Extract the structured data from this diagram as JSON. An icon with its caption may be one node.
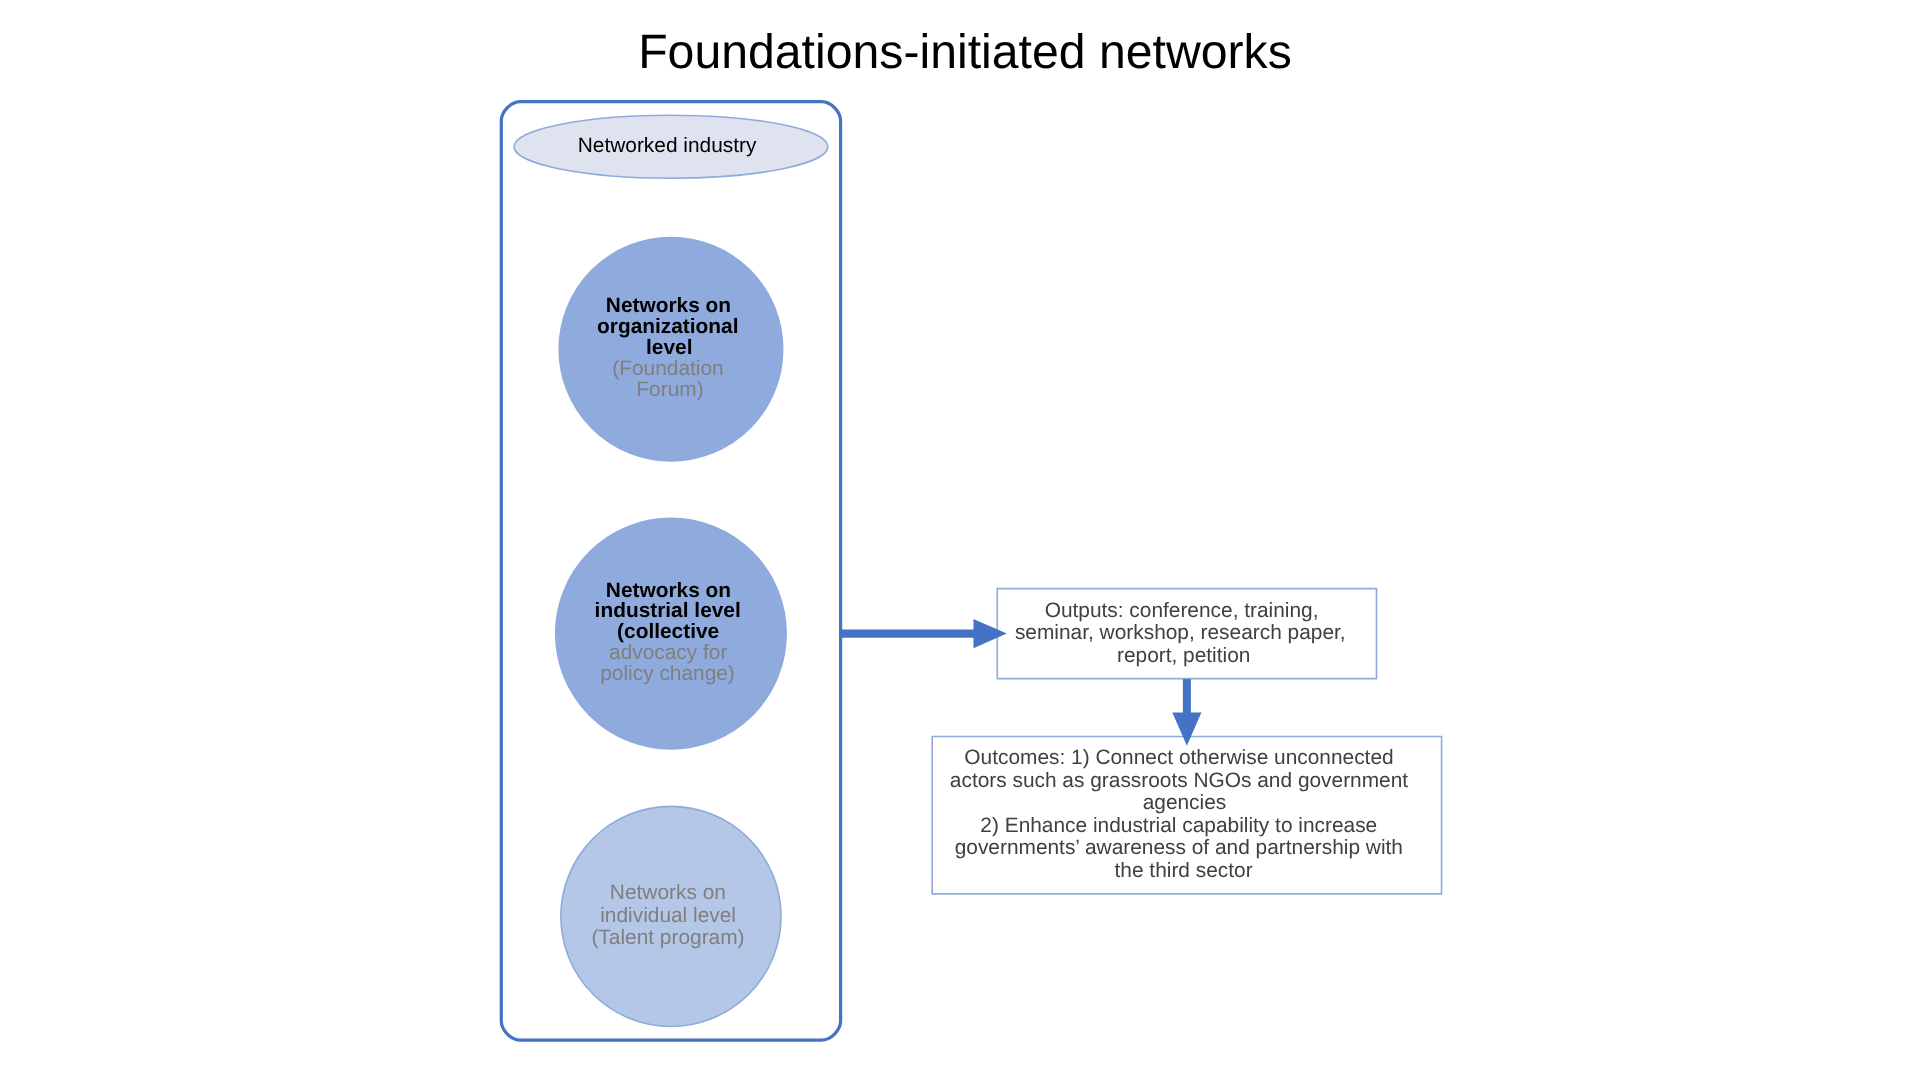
{
  "diagram": {
    "title": "Foundations-initiated networks",
    "nodes": [
      {
        "text": [],
        "shape": "funnel"
      },
      {
        "text": [
          "Networked industry"
        ],
        "in": 0
      },
      {
        "text": [
          "Networks on organizational level",
          "(Foundation Forum)"
        ],
        "in": 0
      },
      {
        "text": [
          "Networks on industrial level (collective",
          "advocacy for policy change)"
        ],
        "in": 0
      },
      {
        "text": [
          "Networks on individual level (Talent program)"
        ],
        "in": 0
      },
      {
        "text": [
          "Outputs: conference, training, seminar, workshop, research paper, report, petition"
        ]
      },
      {
        "text": [
          "Outcomes: 1) Connect otherwise unconnected actors such as grassroots NGOs and government agencies",
          "2) Enhance industrial capability to increase governments’ awareness of and partnership with the third sector"
        ]
      }
    ],
    "edges": [
      {
        "from": 0,
        "to": 5,
        "arrow": "to"
      },
      {
        "from": 5,
        "to": 6,
        "arrow": "to"
      }
    ]
  }
}
